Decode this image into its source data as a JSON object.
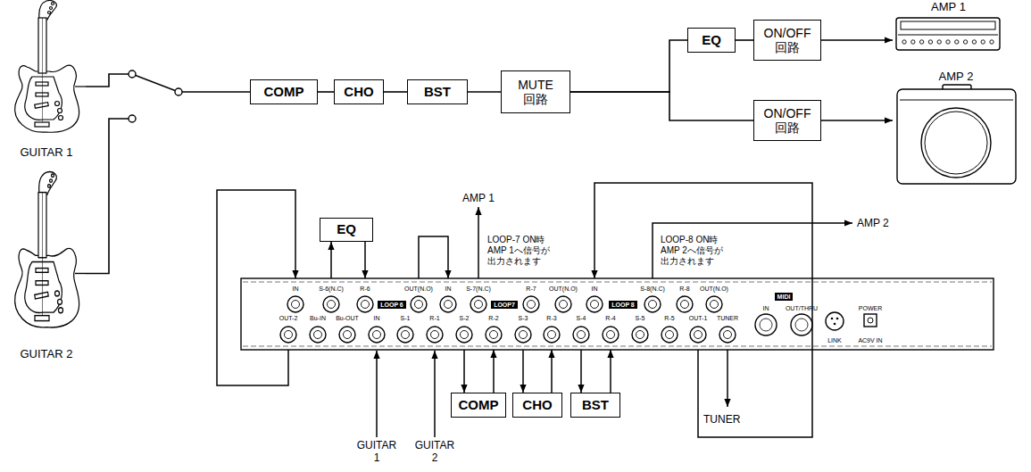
{
  "diagram": {
    "nodes": [
      {
        "text": [
          "GUITAR 1"
        ]
      },
      {
        "text": [
          "GUITAR 2"
        ]
      },
      {
        "text": [
          "COMP"
        ]
      },
      {
        "text": [
          "CHO"
        ]
      },
      {
        "text": [
          "BST"
        ]
      },
      {
        "text": [
          "MUTE 回路"
        ]
      },
      {
        "text": [
          "EQ"
        ]
      },
      {
        "text": [
          "ON/OFF 回路"
        ]
      },
      {
        "text": [
          "AMP 1"
        ]
      },
      {
        "text": [
          "ON/OFF 回路"
        ]
      },
      {
        "text": [
          "AMP 2"
        ]
      },
      {
        "text": [
          "EQ"
        ]
      },
      {
        "text": [
          "COMP"
        ]
      },
      {
        "text": [
          "CHO"
        ]
      },
      {
        "text": [
          "BST"
        ]
      }
    ],
    "edges": [
      {
        "from": 0,
        "to": 2,
        "arrow": "none"
      },
      {
        "from": 2,
        "to": 3,
        "arrow": "none"
      },
      {
        "from": 3,
        "to": 4,
        "arrow": "none"
      },
      {
        "from": 4,
        "to": 5,
        "arrow": "none"
      },
      {
        "from": 5,
        "to": 6,
        "arrow": "none"
      },
      {
        "from": 5,
        "to": 9,
        "arrow": "none"
      },
      {
        "from": 6,
        "to": 7,
        "arrow": "none"
      },
      {
        "from": 7,
        "to": 8,
        "arrow": "to"
      },
      {
        "from": 9,
        "to": 10,
        "arrow": "to"
      }
    ],
    "labels": [
      "IN",
      "S-6(N.C)",
      "R-6",
      "LOOP 6",
      "OUT(N.O)",
      "IN",
      "S-7(N.C)",
      "LOOP7",
      "R-7",
      "OUT(N.O)",
      "IN",
      "LOOP 8",
      "S-8(N.C)",
      "R-8",
      "OUT(N.O)",
      "MIDI",
      "IN",
      "OUT/THRU",
      "LINK",
      "POWER",
      "AC9V IN",
      "OUT-2",
      "Bu-IN",
      "Bu-OUT",
      "IN",
      "S-1",
      "R-1",
      "S-2",
      "R-2",
      "S-3",
      "R-3",
      "S-4",
      "R-4",
      "S-5",
      "R-5",
      "OUT-1",
      "TUNER",
      "AMP 1",
      "LOOP-7 ON時 AMP 1へ信号が 出力されます",
      "AMP 2",
      "LOOP-8 ON時 AMP 2へ信号が 出力されます",
      "TUNER",
      "GUITAR 1",
      "GUITAR 2"
    ]
  }
}
